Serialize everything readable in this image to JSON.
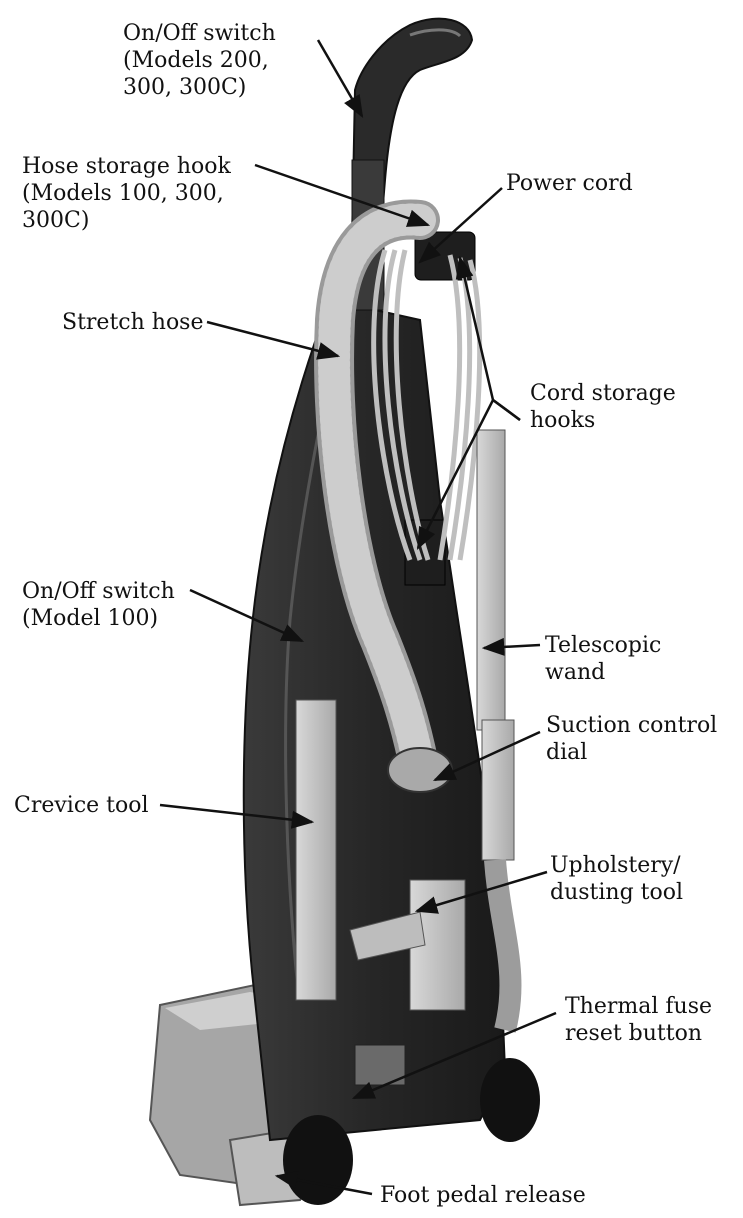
{
  "labels": {
    "onoff_upper": {
      "line1": "On/Off switch",
      "line2": "(Models 200,",
      "line3": "300, 300C)"
    },
    "hose_hook": {
      "line1": "Hose storage hook",
      "line2": "(Models 100, 300,",
      "line3": "300C)"
    },
    "power_cord": {
      "line1": "Power cord"
    },
    "stretch_hose": {
      "line1": "Stretch hose"
    },
    "cord_hooks": {
      "line1": "Cord storage",
      "line2": "hooks"
    },
    "onoff_lower": {
      "line1": "On/Off switch",
      "line2": "(Model 100)"
    },
    "telescopic_wand": {
      "line1": "Telescopic",
      "line2": "wand"
    },
    "suction_dial": {
      "line1": "Suction control",
      "line2": "dial"
    },
    "crevice_tool": {
      "line1": "Crevice tool"
    },
    "upholstery_tool": {
      "line1": "Upholstery/",
      "line2": "dusting tool"
    },
    "thermal_fuse": {
      "line1": "Thermal fuse",
      "line2": "reset button"
    },
    "foot_pedal": {
      "line1": "Foot pedal release"
    }
  },
  "colors": {
    "body_dark": "#2e2e2e",
    "plastic_light": "#c9c9c9",
    "hose": "#bdbdbd",
    "line": "#111111"
  }
}
